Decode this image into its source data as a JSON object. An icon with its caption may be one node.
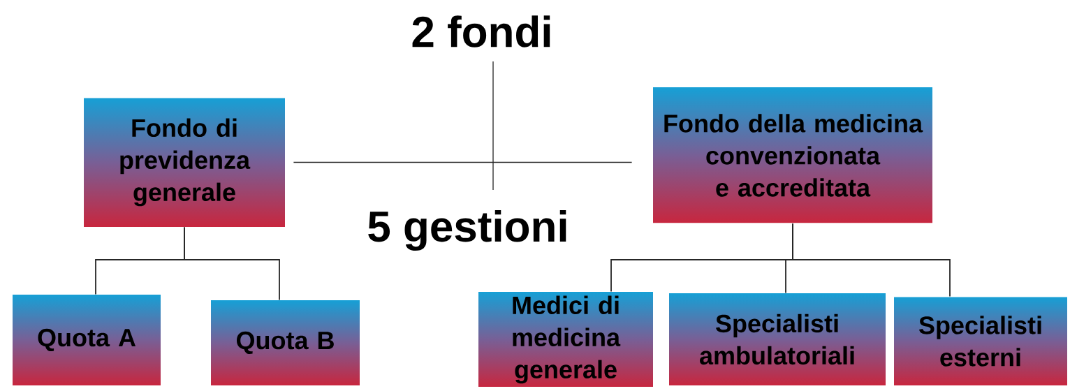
{
  "diagram": {
    "nodes": [
      {
        "text": [
          "Fondo di previdenza generale"
        ]
      },
      {
        "text": [
          "Fondo della medicina convenzionata e accreditata"
        ]
      },
      {
        "text": [
          "Quota A"
        ]
      },
      {
        "text": [
          "Quota B"
        ]
      },
      {
        "text": [
          "Medici di medicina generale"
        ]
      },
      {
        "text": [
          "Specialisti ambulatoriali"
        ]
      },
      {
        "text": [
          "Specialisti esterni"
        ]
      }
    ],
    "edges": [
      {
        "from": 0,
        "to": 1,
        "arrow": "none"
      },
      {
        "from": 0,
        "to": 2,
        "arrow": "none"
      },
      {
        "from": 0,
        "to": 3,
        "arrow": "none"
      },
      {
        "from": 1,
        "to": 4,
        "arrow": "none"
      },
      {
        "from": 1,
        "to": 5,
        "arrow": "none"
      },
      {
        "from": 1,
        "to": 6,
        "arrow": "none"
      }
    ],
    "labels": [
      "2 fondi",
      "5 gestioni"
    ]
  }
}
